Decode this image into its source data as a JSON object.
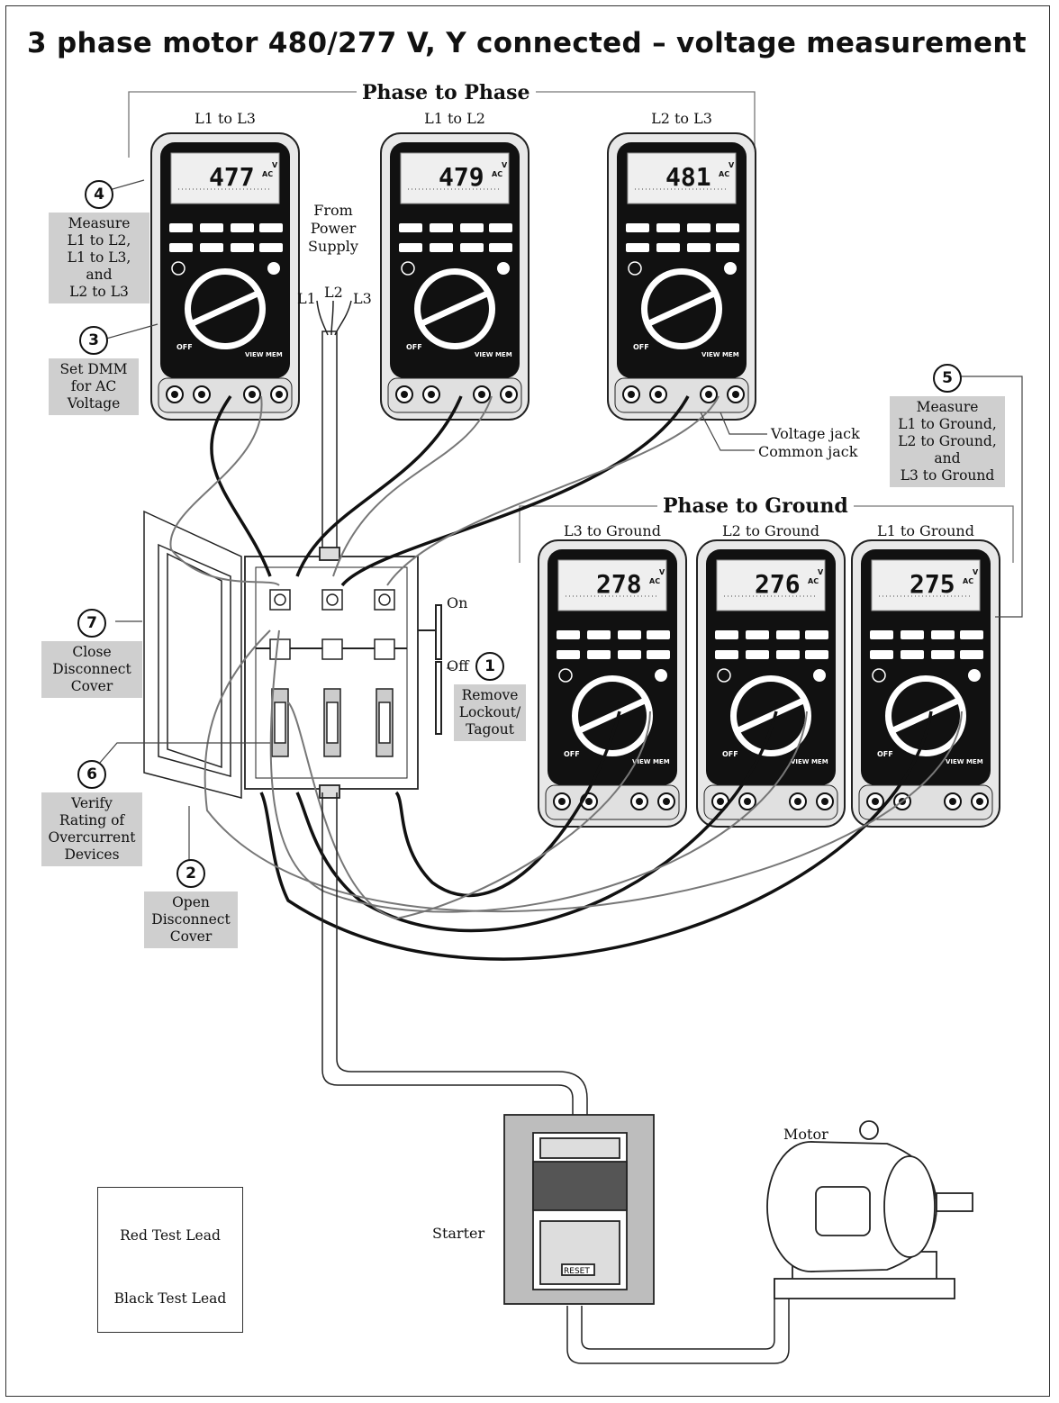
{
  "title": "3 phase motor 480/277 V, Y connected – voltage measurement",
  "sections": {
    "phase_to_phase": "Phase to Phase",
    "phase_to_ground": "Phase to Ground"
  },
  "meters": {
    "top": [
      {
        "label": "L1 to L3",
        "reading": "477"
      },
      {
        "label": "L1 to L2",
        "reading": "479"
      },
      {
        "label": "L2 to L3",
        "reading": "481"
      }
    ],
    "bottom": [
      {
        "label": "L3 to Ground",
        "reading": "278"
      },
      {
        "label": "L2 to Ground",
        "reading": "276"
      },
      {
        "label": "L1 to Ground",
        "reading": "275"
      }
    ],
    "units": "AC",
    "unit_v": "V"
  },
  "callouts": {
    "c1": {
      "num": "1",
      "lines": [
        "Remove",
        "Lockout/",
        "Tagout"
      ]
    },
    "c2": {
      "num": "2",
      "lines": [
        "Open",
        "Disconnect",
        "Cover"
      ]
    },
    "c3": {
      "num": "3",
      "lines": [
        "Set DMM",
        "for AC",
        "Voltage"
      ]
    },
    "c4": {
      "num": "4",
      "lines": [
        "Measure",
        "L1 to L2,",
        "L1 to L3,",
        "and",
        "L2 to L3"
      ]
    },
    "c5": {
      "num": "5",
      "lines": [
        "Measure",
        "L1 to Ground,",
        "L2 to Ground,",
        "and",
        "L3 to Ground"
      ]
    },
    "c6": {
      "num": "6",
      "lines": [
        "Verify",
        "Rating of",
        "Overcurrent",
        "Devices"
      ]
    },
    "c7": {
      "num": "7",
      "lines": [
        "Close",
        "Disconnect",
        "Cover"
      ]
    }
  },
  "supply": {
    "lines": [
      "From",
      "Power",
      "Supply"
    ],
    "l1": "L1",
    "l2": "L2",
    "l3": "L3"
  },
  "switch": {
    "on": "On",
    "off": "Off"
  },
  "jacks": {
    "voltage": "Voltage jack",
    "common": "Common jack"
  },
  "starter": {
    "label": "Starter",
    "reset": "RESET"
  },
  "motor": {
    "label": "Motor"
  },
  "legend": {
    "red": "Red Test Lead",
    "black": "Black Test Lead"
  }
}
